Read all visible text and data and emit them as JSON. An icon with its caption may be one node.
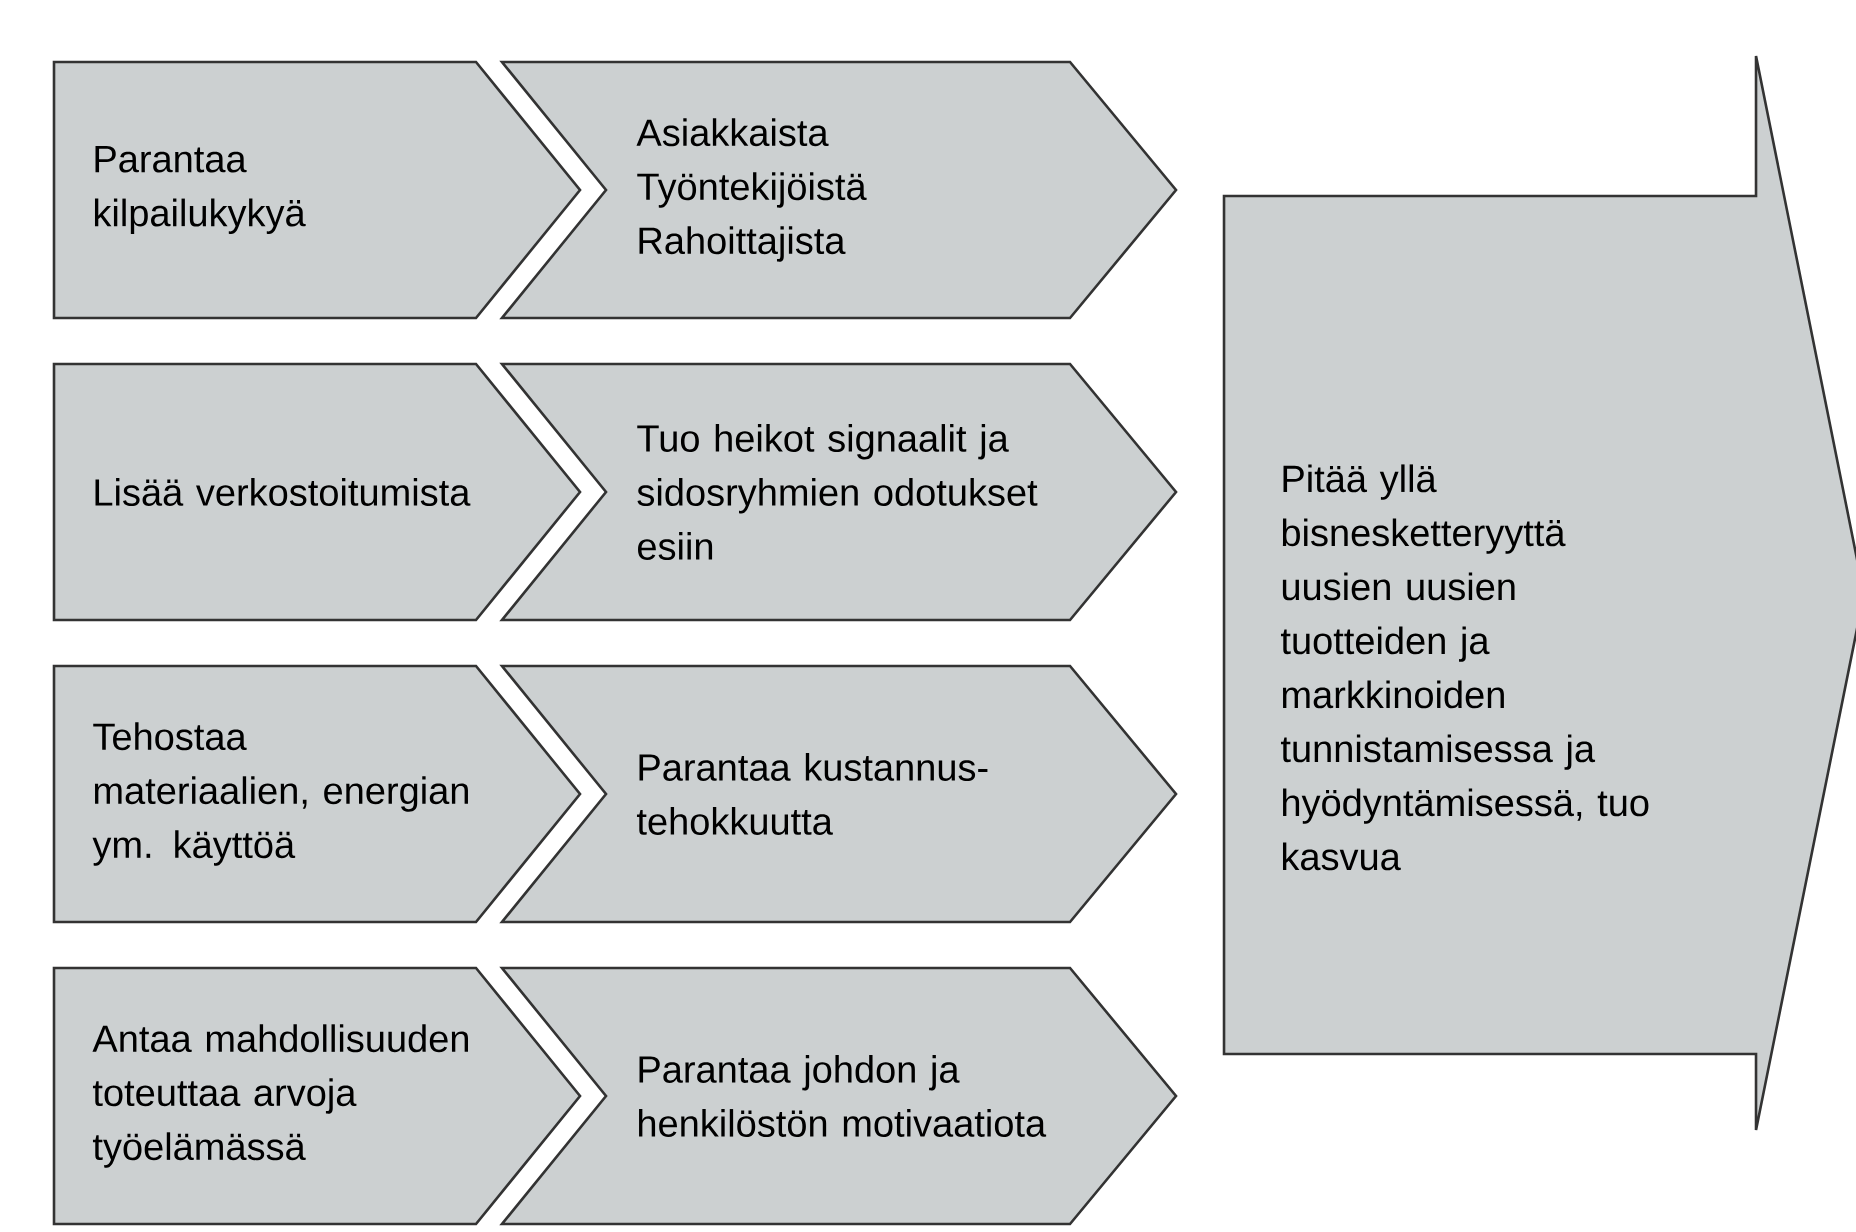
{
  "diagram": {
    "nodes": [
      {
        "text": [
          "Parantaa kilpailukykyä"
        ]
      },
      {
        "text": [
          "Asiakkaista Työntekijöistä Rahoittajista"
        ]
      },
      {
        "text": [
          "Lisää verkostoitumista"
        ]
      },
      {
        "text": [
          "Tuo heikot signaalit ja sidosryhmien odotukset esiin"
        ]
      },
      {
        "text": [
          "Tehostaa materiaalien, energian ym. käyttöä"
        ]
      },
      {
        "text": [
          "Parantaa kustannus- tehokkuutta"
        ]
      },
      {
        "text": [
          "Antaa mahdollisuuden toteuttaa arvoja työelämässä"
        ]
      },
      {
        "text": [
          "Parantaa johdon ja henkilöstön motivaatiota"
        ]
      },
      {
        "text": [
          "Pitää yllä bisnesketteryyttä uusien uusien tuotteiden ja markkinoiden tunnistamisessa ja hyödyntämisessä, tuo kasvua"
        ]
      }
    ]
  }
}
